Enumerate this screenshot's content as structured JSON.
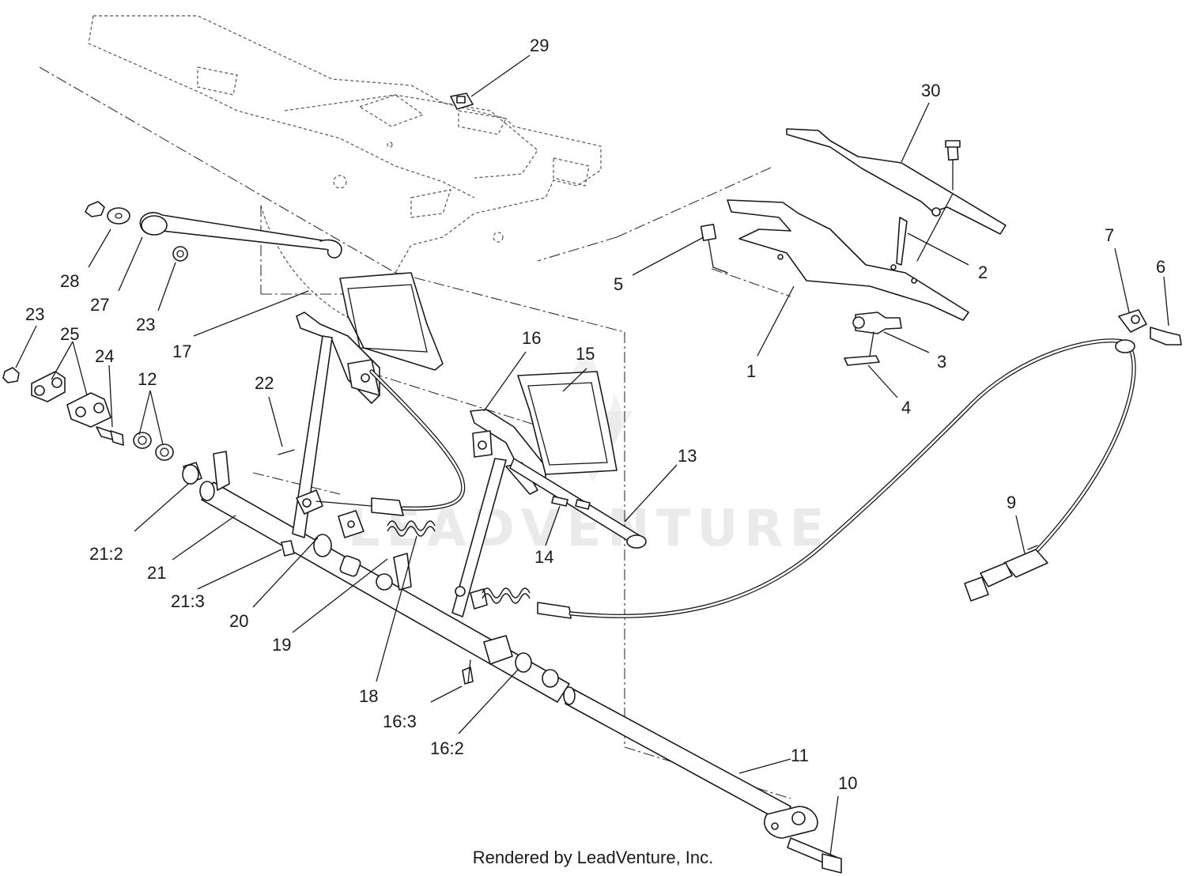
{
  "watermark": "LEADVENTURE",
  "footer": "Rendered by LeadVenture, Inc.",
  "callouts": [
    "29",
    "30",
    "28",
    "27",
    "23",
    "23",
    "17",
    "25",
    "24",
    "12",
    "22",
    "21:2",
    "21",
    "21:3",
    "20",
    "19",
    "18",
    "16:3",
    "16:2",
    "16",
    "15",
    "13",
    "14",
    "5",
    "2",
    "1",
    "3",
    "4",
    "7",
    "6",
    "9",
    "11",
    "10"
  ],
  "colors": {
    "line": "#1a1a1a",
    "background": "#ffffff",
    "watermark": "#d9d9d9"
  }
}
